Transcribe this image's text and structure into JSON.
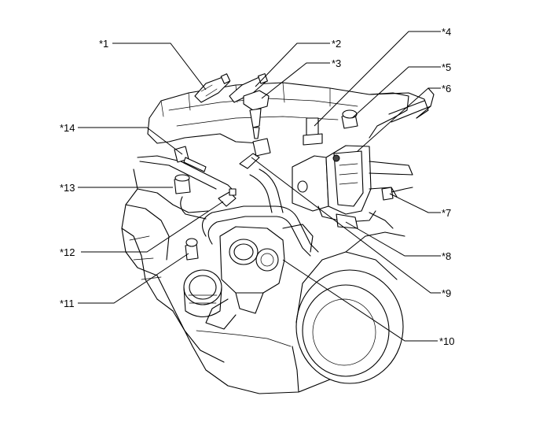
{
  "callouts": [
    {
      "id": "1",
      "label": "*1"
    },
    {
      "id": "2",
      "label": "*2"
    },
    {
      "id": "3",
      "label": "*3"
    },
    {
      "id": "4",
      "label": "*4"
    },
    {
      "id": "5",
      "label": "*5"
    },
    {
      "id": "6",
      "label": "*6"
    },
    {
      "id": "7",
      "label": "*7"
    },
    {
      "id": "8",
      "label": "*8"
    },
    {
      "id": "9",
      "label": "*9"
    },
    {
      "id": "10",
      "label": "*10"
    },
    {
      "id": "11",
      "label": "*11"
    },
    {
      "id": "12",
      "label": "*12"
    },
    {
      "id": "13",
      "label": "*13"
    },
    {
      "id": "14",
      "label": "*14"
    }
  ]
}
